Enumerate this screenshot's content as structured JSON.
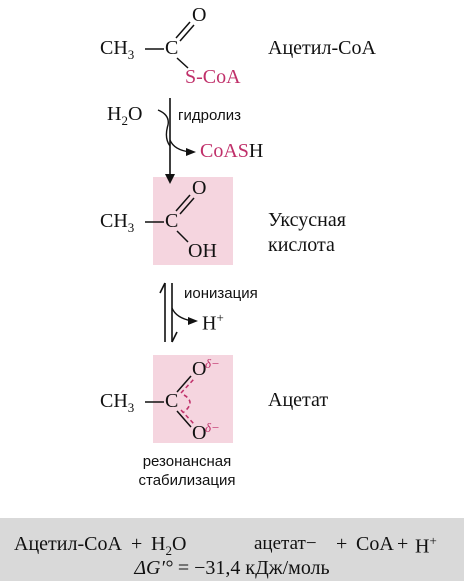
{
  "acetyl_coa": {
    "left": "CH3",
    "carbon": "C",
    "oxygen": "O",
    "thio": "S-CoA",
    "name": "Ацетил-CoA"
  },
  "step1": {
    "reagent": "H2O",
    "process": "гидролиз",
    "product_pink": "CoAS",
    "product_black": "H"
  },
  "acetic_acid": {
    "left": "CH3",
    "carbon": "C",
    "oxygen": "O",
    "hydroxyl": "OH",
    "name_line1": "Уксусная",
    "name_line2": "кислота"
  },
  "step2": {
    "process": "ионизация",
    "product": "H+"
  },
  "acetate": {
    "left": "CH3",
    "carbon": "C",
    "oxygen_top": "O",
    "oxygen_bottom": "O",
    "delta": "δ−",
    "name": "Ацетат",
    "caption_line1": "резонансная",
    "caption_line2": "стабилизация"
  },
  "summary": {
    "reactant1": "Ацетил-CoA",
    "plus1": "+",
    "reactant2": "H2O",
    "product1": "ацетат−",
    "plus2": "+",
    "product2": "CoA",
    "plus3": "+",
    "product3": "H+",
    "energy_label": "ΔG′°",
    "energy_value": "= −31,4 кДж/моль"
  },
  "colors": {
    "pink_highlight": "#f5d5df",
    "pink_text": "#c0306a",
    "summary_bg": "#d9d9d9"
  }
}
